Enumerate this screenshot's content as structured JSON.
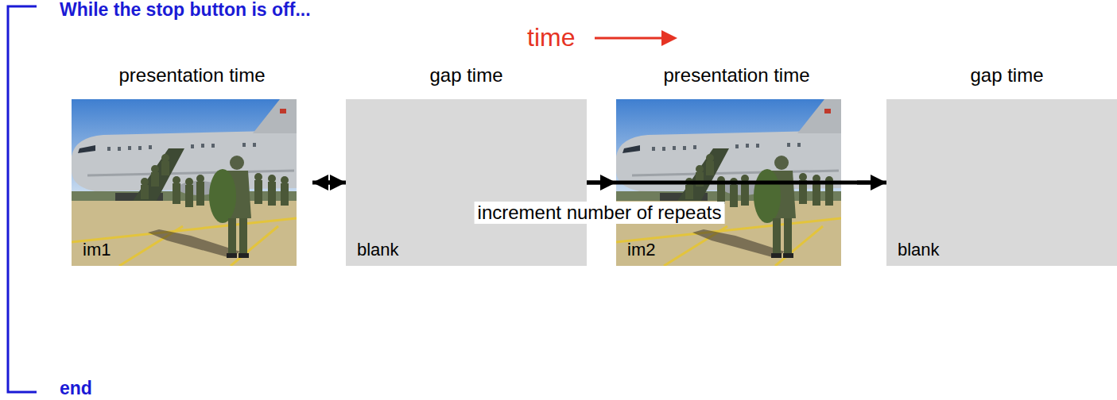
{
  "diagram": {
    "nodes": [
      {
        "text": [
          "presentation time",
          "im1"
        ]
      },
      {
        "text": [
          "gap time",
          "blank"
        ]
      },
      {
        "text": [
          "presentation time",
          "im2"
        ]
      },
      {
        "text": [
          "gap time",
          "blank"
        ]
      }
    ],
    "edges": [
      {
        "from": 0,
        "to": 1,
        "arrow": "to"
      },
      {
        "from": 1,
        "to": 2,
        "arrow": "to"
      },
      {
        "from": 2,
        "to": 3,
        "arrow": "to"
      },
      {
        "from": 3,
        "to": 0,
        "label": "increment number of repeats",
        "arrow": "to"
      }
    ],
    "labels": [
      "While the stop button is off...",
      "time",
      "end"
    ]
  }
}
